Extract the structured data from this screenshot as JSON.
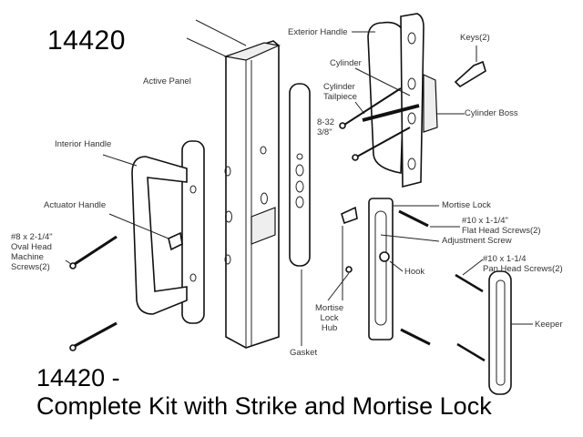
{
  "title": "14420",
  "caption": {
    "line1": "14420 -",
    "line2": "Complete Kit with Strike and Mortise Lock"
  },
  "labels": {
    "active_panel": "Active Panel",
    "exterior_handle": "Exterior Handle",
    "keys": "Keys(2)",
    "cylinder": "Cylinder",
    "cylinder_tailpiece_1": "Cylinder",
    "cylinder_tailpiece_2": "Tailpiece",
    "cylinder_boss": "Cylinder Boss",
    "screw_832_1": "8-32",
    "screw_832_2": "3/8\"",
    "interior_handle": "Interior Handle",
    "actuator_handle": "Actuator Handle",
    "machine_screws_1": "#8 x 2-1/4\"",
    "machine_screws_2": "Oval Head",
    "machine_screws_3": "Machine",
    "machine_screws_4": "Screws(2)",
    "mortise_lock": "Mortise Lock",
    "flat_head_1": "#10 x 1-1/4\"",
    "flat_head_2": "Flat Head Screws(2)",
    "adjustment_screw": "Adjustment Screw",
    "hook": "Hook",
    "pan_head_1": "#10 x 1-1/4",
    "pan_head_2": "Pan Head Screws(2)",
    "mortise_hub_1": "Mortise",
    "mortise_hub_2": "Lock",
    "mortise_hub_3": "Hub",
    "keeper": "Keeper",
    "gasket": "Gasket"
  }
}
